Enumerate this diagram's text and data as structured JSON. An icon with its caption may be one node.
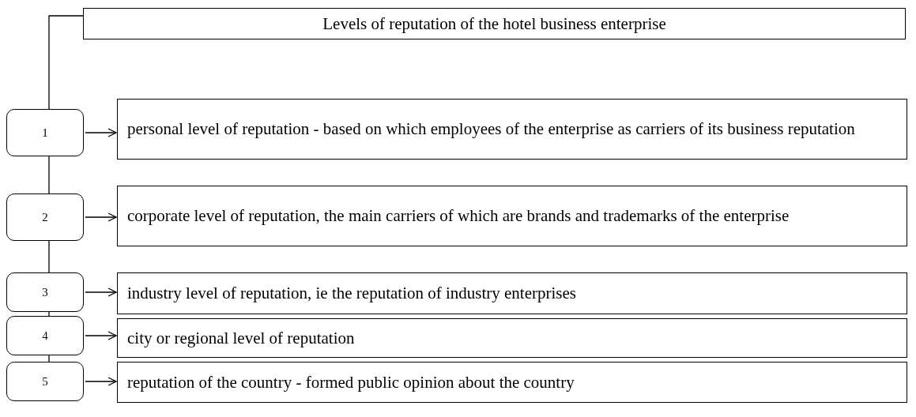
{
  "diagram": {
    "nodes": [
      {
        "text": [
          "Levels of reputation of the hotel business enterprise"
        ]
      },
      {
        "text": [
          "1"
        ]
      },
      {
        "text": [
          "personal level of reputation - based on which employees of the enterprise as carriers of its business reputation"
        ]
      },
      {
        "text": [
          "2"
        ]
      },
      {
        "text": [
          "corporate level of reputation, the main carriers of which are brands and trademarks of the enterprise"
        ]
      },
      {
        "text": [
          "3"
        ]
      },
      {
        "text": [
          "industry level of reputation, ie the reputation of industry enterprises"
        ]
      },
      {
        "text": [
          "4"
        ]
      },
      {
        "text": [
          "city or regional level of reputation"
        ]
      },
      {
        "text": [
          "5"
        ]
      },
      {
        "text": [
          "reputation of the country - formed public opinion about the country"
        ]
      }
    ],
    "edges": [
      {
        "from": 0,
        "to": 1,
        "arrow": "none"
      },
      {
        "from": 1,
        "to": 3,
        "arrow": "none"
      },
      {
        "from": 3,
        "to": 5,
        "arrow": "none"
      },
      {
        "from": 5,
        "to": 7,
        "arrow": "none"
      },
      {
        "from": 7,
        "to": 9,
        "arrow": "none"
      },
      {
        "from": 1,
        "to": 2,
        "arrow": "to"
      },
      {
        "from": 3,
        "to": 4,
        "arrow": "to"
      },
      {
        "from": 5,
        "to": 6,
        "arrow": "to"
      },
      {
        "from": 7,
        "to": 8,
        "arrow": "to"
      },
      {
        "from": 9,
        "to": 10,
        "arrow": "to"
      }
    ]
  }
}
